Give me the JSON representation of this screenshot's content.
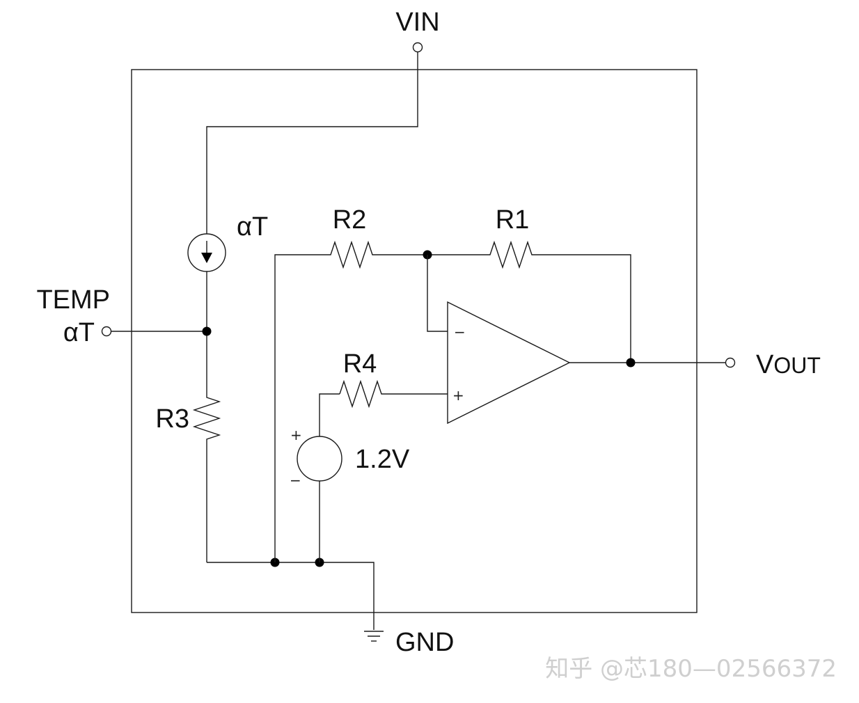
{
  "labels": {
    "vin": "VIN",
    "temp": "TEMP",
    "temp_current": "αT",
    "current_source": "αT",
    "r1": "R1",
    "r2": "R2",
    "r3": "R3",
    "r4": "R4",
    "vout_v": "V",
    "vout_sub": "OUT",
    "voltage_source": "1.2V",
    "gnd": "GND",
    "opamp_minus": "−",
    "opamp_plus": "+",
    "source_plus": "+",
    "source_minus": "−"
  },
  "watermark": "知乎 @芯180—02566372"
}
